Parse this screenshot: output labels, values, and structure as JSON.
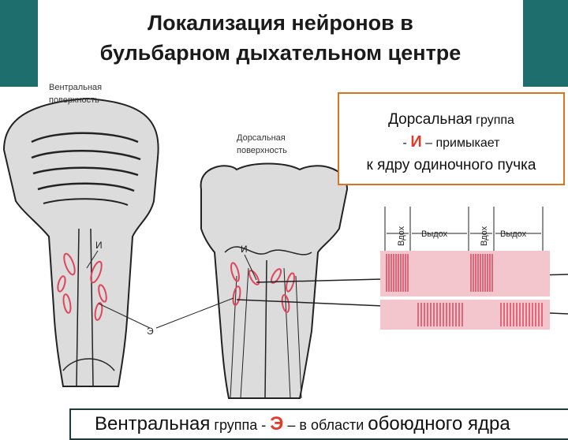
{
  "title": {
    "line1": "Локализация нейронов в",
    "line2": "бульбарном дыхательном центре"
  },
  "figure": {
    "ventral_surface_label_1": "Вентральная",
    "ventral_surface_label_2": "поверхность",
    "dorsal_surface_label_1": "Дорсальная",
    "dorsal_surface_label_2": "поверхность",
    "marker_i": "И",
    "marker_e": "Э",
    "record_labels": [
      "Вдох",
      "Выдох",
      "Вдох",
      "Выдох"
    ],
    "neuron_color": "#e0455a"
  },
  "dorsal_box": {
    "part1": "Дорсальная",
    "part2": " группа",
    "part3": "- ",
    "letter": "И",
    "part4": " – примыкает",
    "part5": "к ядру одиночного пучка",
    "border_color": "#e0731f"
  },
  "ventral_box": {
    "part1": "Вентральная",
    "part2": " группа - ",
    "letter": "Э",
    "part3": " – в области ",
    "part4": "обоюдного ядра"
  },
  "colors": {
    "band": "#1f6e6e",
    "accent_red": "#e03b2b"
  }
}
